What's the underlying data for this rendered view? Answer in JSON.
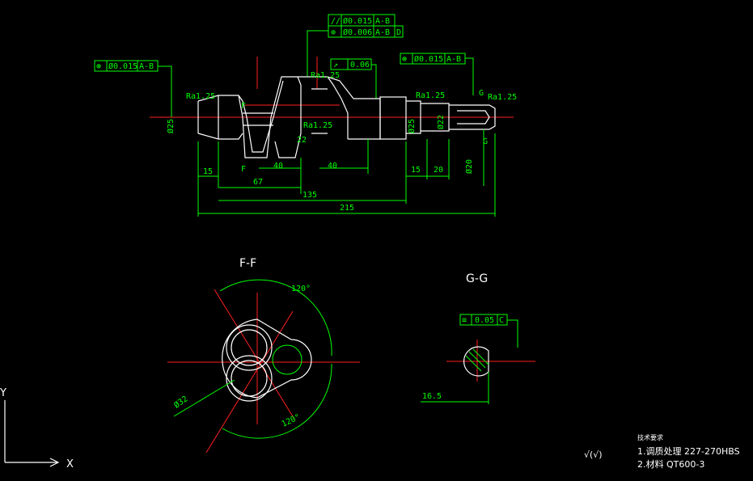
{
  "tol_frames": {
    "top_row1": {
      "sym": "//",
      "val": "Ø0.015",
      "ref": "A-B"
    },
    "top_row2": {
      "sym": "⊕",
      "val": "Ø0.006",
      "ref": "A-B",
      "ref2": "D"
    },
    "left": {
      "sym": "⊛",
      "val": "Ø0.015",
      "ref": "A-B"
    },
    "mid": {
      "sym": "↗",
      "val": "0.06"
    },
    "right": {
      "sym": "⊛",
      "val": "Ø0.015",
      "ref": "A-B"
    },
    "gg": {
      "sym": "≡",
      "val": "0.05",
      "ref": "C"
    }
  },
  "dims": {
    "d15a": "15",
    "d15b": "15",
    "d20": "20",
    "d22": "22",
    "d135": "135",
    "d215": "215",
    "d40a": "40",
    "d40b": "40",
    "d67": "67",
    "d32": "Ø32",
    "d165": "16.5",
    "d20b": "Ø20",
    "d25a": "Ø25",
    "d25b": "Ø25",
    "d22b": "Ø22",
    "ang1": "120°",
    "ang2": "120°"
  },
  "roughness": "Ra1.25",
  "labels": {
    "ff": "F-F",
    "gg": "G-G",
    "F1": "F",
    "F2": "F",
    "G1": "G",
    "G2": "G"
  },
  "notes": {
    "header": "技术要求",
    "line1": "1.调质处理  227-270HBS",
    "line2": "2.材料  QT600-3",
    "rough_other": "√(√)"
  },
  "ucs": {
    "x": "X",
    "y": "Y"
  }
}
